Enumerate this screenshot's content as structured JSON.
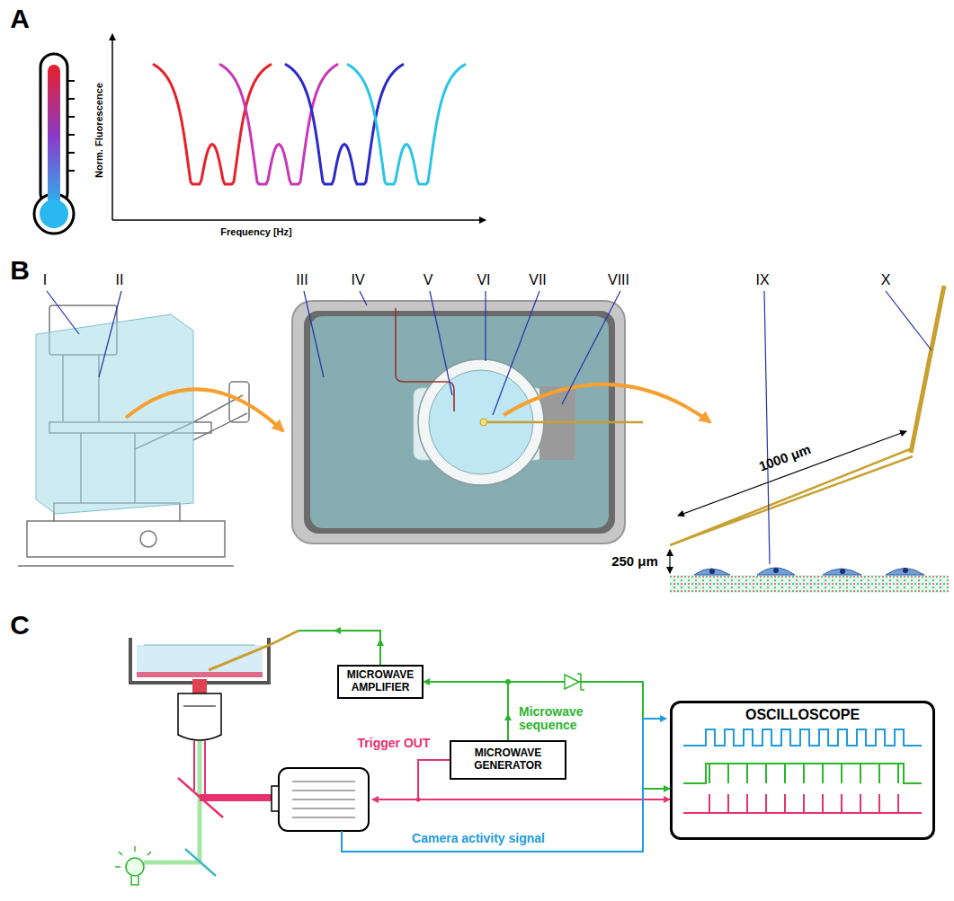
{
  "diagram": {
    "nodes": [
      {
        "text": [
          "MICROWAVE AMPLIFIER"
        ]
      },
      {
        "text": [
          "MICROWAVE GENERATOR"
        ]
      },
      {
        "text": [
          "OSCILLOSCOPE"
        ]
      }
    ],
    "edges": [
      {
        "from": 1,
        "to": 0,
        "arrow": "to"
      },
      {
        "from": 1,
        "to": 2,
        "arrow": "to"
      },
      {
        "from": 1,
        "to": 2,
        "arrow": "to"
      }
    ],
    "labels": [
      "A",
      "Norm. Fluorescence",
      "Frequency [Hz]",
      "B",
      "I",
      "II",
      "III",
      "IV",
      "V",
      "VI",
      "VII",
      "VIII",
      "IX",
      "X",
      "1000 μm",
      "250 μm",
      "C",
      "Microwave sequence",
      "Trigger OUT",
      "Camera activity signal"
    ]
  }
}
